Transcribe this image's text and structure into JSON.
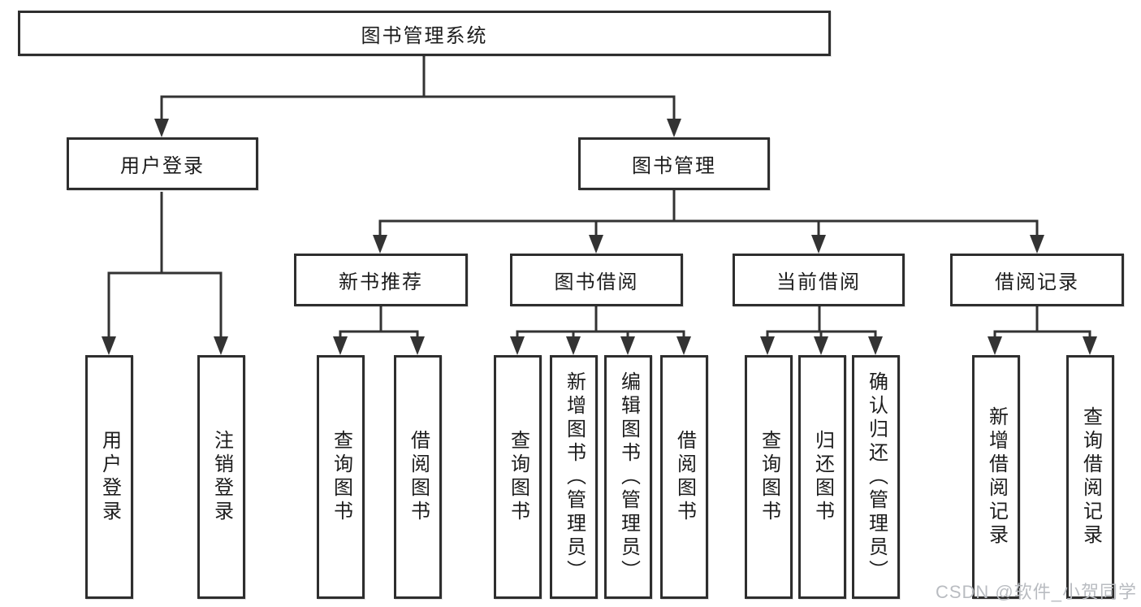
{
  "tree": {
    "root": "图书管理系统",
    "user": {
      "label": "用户登录",
      "leaves": [
        "用户登录",
        "注销登录"
      ]
    },
    "book": {
      "label": "图书管理",
      "sections": [
        {
          "label": "新书推荐",
          "leaves": [
            "查询图书",
            "借阅图书"
          ]
        },
        {
          "label": "图书借阅",
          "leaves": [
            "查询图书",
            "新增图书（管理员）",
            "编辑图书（管理员）",
            "借阅图书"
          ]
        },
        {
          "label": "当前借阅",
          "leaves": [
            "查询图书",
            "归还图书",
            "确认归还（管理员）"
          ]
        },
        {
          "label": "借阅记录",
          "leaves": [
            "新增借阅记录",
            "查询借阅记录"
          ]
        }
      ]
    }
  },
  "watermark": "CSDN @软件_小贺同学",
  "colors": {
    "line": "#333333",
    "box_border": "#2e2e2e",
    "text": "#1c1c1c",
    "watermark_text": "#b9bcc1",
    "background": "#ffffff"
  }
}
